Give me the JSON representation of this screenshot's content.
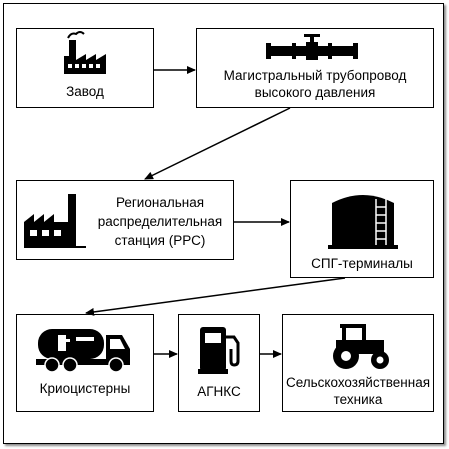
{
  "nodes": {
    "zavod": {
      "label": "Завод",
      "icon": "factory-icon"
    },
    "pipeline": {
      "label_line1": "Магистральный трубопровод",
      "label_line2": "высокого давления",
      "icon": "pipeline-valve-icon"
    },
    "prs": {
      "label_line1": "Региональная",
      "label_line2": "распределительная",
      "label_line3": "станция (РРС)",
      "icon": "industrial-plant-icon"
    },
    "spg": {
      "label": "СПГ-терминалы",
      "icon": "storage-tank-icon"
    },
    "cryo": {
      "label": "Криоцистерны",
      "icon": "tanker-truck-icon"
    },
    "agnks": {
      "label": "АГНКС",
      "icon": "fuel-pump-icon"
    },
    "agri": {
      "label_line1": "Сельскохозяйственная",
      "label_line2": "техника",
      "icon": "tractor-icon"
    }
  },
  "edges": [
    {
      "from": "zavod",
      "to": "pipeline"
    },
    {
      "from": "pipeline",
      "to": "prs"
    },
    {
      "from": "prs",
      "to": "spg"
    },
    {
      "from": "spg",
      "to": "cryo"
    },
    {
      "from": "cryo",
      "to": "agnks"
    },
    {
      "from": "agnks",
      "to": "agri"
    }
  ]
}
